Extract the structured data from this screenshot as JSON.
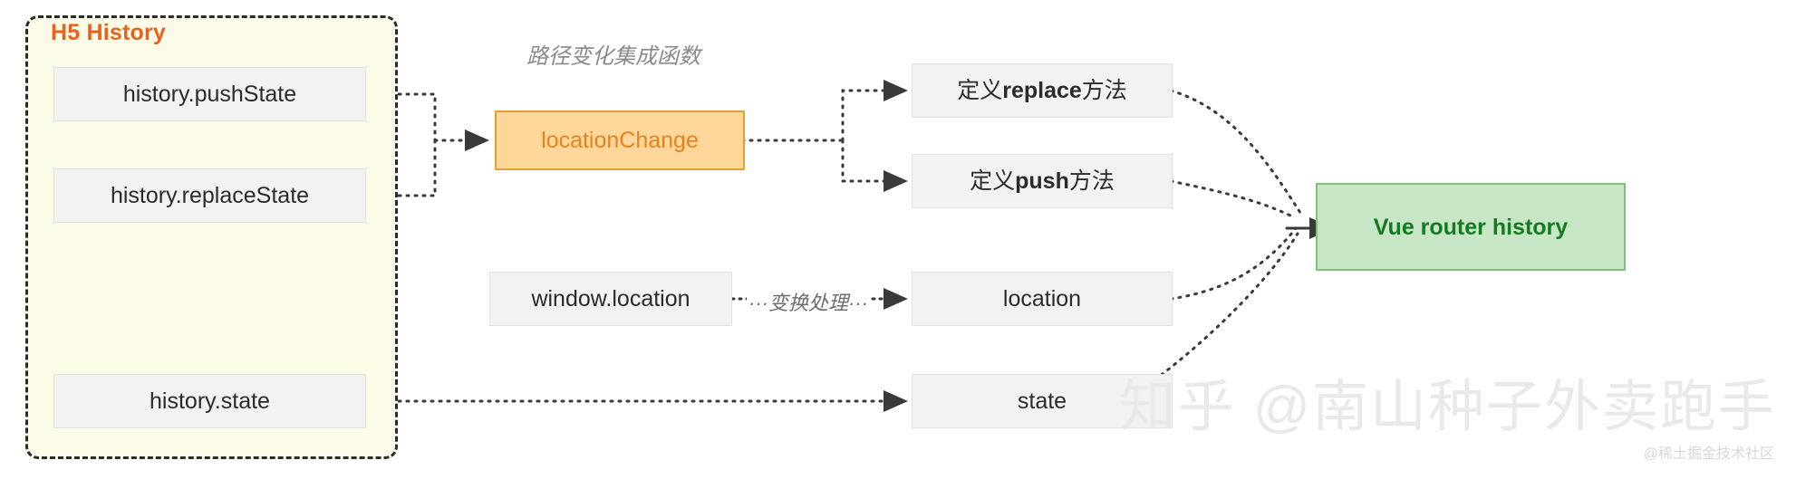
{
  "diagram": {
    "title_group": "H5 History",
    "colors": {
      "group_fill": "#fbfbe8",
      "group_border": "#2b2b2b",
      "group_title": "#e8621d",
      "node_fill": "#f1f2f2",
      "node_border": "#e1e2e3",
      "orange_fill": "#ffd79b",
      "orange_border": "#e0a32e",
      "orange_text": "#e8821d",
      "green_fill": "#c6e6c6",
      "green_border": "#7fbf7f",
      "green_text": "#157a22",
      "edge": "#2b2b2b",
      "label_text": "#8a8a8a"
    },
    "nodes": {
      "push_state": "history.pushState",
      "replace_state": "history.replaceState",
      "history_state": "history.state",
      "location_change": "locationChange",
      "define_replace_prefix": "定义",
      "define_replace_mid": "replace",
      "define_replace_suffix": "方法",
      "define_push_prefix": "定义",
      "define_push_mid": "push",
      "define_push_suffix": "方法",
      "window_location": "window.location",
      "location": "location",
      "state": "state",
      "vue_router_history": "Vue router history"
    },
    "edge_labels": {
      "integration_function": "路径变化集成函数",
      "transform": "···变换处理···"
    }
  },
  "watermark": {
    "main": "知乎 @南山种子外卖跑手",
    "sub": "@稀土掘金技术社区"
  }
}
